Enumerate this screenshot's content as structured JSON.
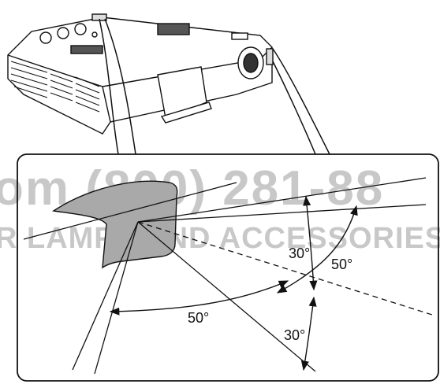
{
  "watermark": {
    "phone": "om (800) 281-88",
    "lamps": "R LAMPS AND ACCESSORIES"
  },
  "angles": {
    "upper_vertical": "30°",
    "upper_horizontal": "50°",
    "lower_horizontal": "50°",
    "lower_vertical": "30°"
  },
  "colors": {
    "sensor_fill": "#a9a9a9",
    "line": "#111111",
    "watermark": "#c8c8c8"
  }
}
